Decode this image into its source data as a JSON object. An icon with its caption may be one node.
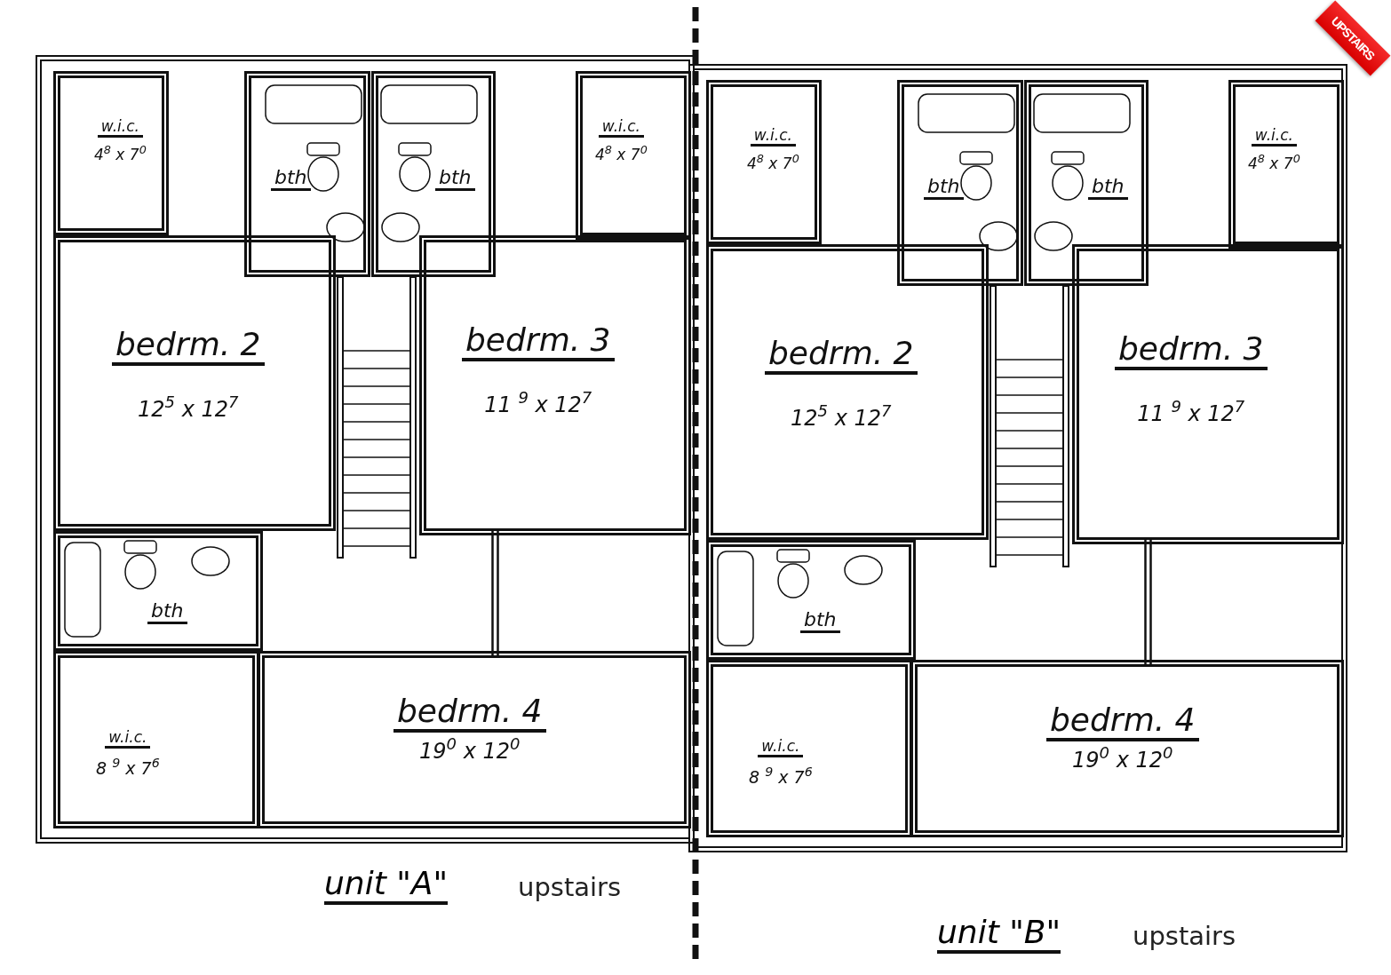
{
  "diagram": {
    "nodes": [
      {
        "text": [
          "w.i.c.",
          "4$^{8}$ x 7$^{0}$"
        ]
      },
      {
        "text": [
          "bth"
        ]
      },
      {
        "text": [
          "bth"
        ]
      },
      {
        "text": [
          "w.i.c.",
          "4$^{8}$ x 7$^{0}$"
        ]
      },
      {
        "text": [
          "bedrm. 2",
          "12$^{5}$ x 12$^{7}$"
        ]
      },
      {
        "text": [
          "bedrm. 3",
          "11 $^{9}$ x 12$^{7}$"
        ]
      },
      {
        "text": [
          "bth"
        ]
      },
      {
        "text": [
          "bedrm. 4",
          "19$^{0}$ x 12$^{0}$"
        ]
      },
      {
        "text": [
          "w.i.c.",
          "8 $^{9}$ x 7$^{6}$"
        ]
      },
      {
        "text": [
          "w.i.c.",
          "4$^{8}$ x 7$^{0}$"
        ]
      },
      {
        "text": [
          "bth"
        ]
      },
      {
        "text": [
          "bth"
        ]
      },
      {
        "text": [
          "w.i.c.",
          "4$^{8}$ x 7$^{0}$"
        ]
      },
      {
        "text": [
          "bedrm. 2",
          "12$^{5}$ x 12$^{7}$"
        ]
      },
      {
        "text": [
          "bedrm. 3",
          "11 $^{9}$ x 12$^{7}$"
        ]
      },
      {
        "text": [
          "bth"
        ]
      },
      {
        "text": [
          "bedrm. 4",
          "19$^{0}$ x 12$^{0}$"
        ]
      },
      {
        "text": [
          "w.i.c.",
          "8 $^{9}$ x 7$^{6}$"
        ]
      }
    ],
    "labels": [
      "UPSTAIRS",
      "unit \"A\"",
      "upstairs",
      "unit \"B\"",
      "upstairs"
    ]
  }
}
